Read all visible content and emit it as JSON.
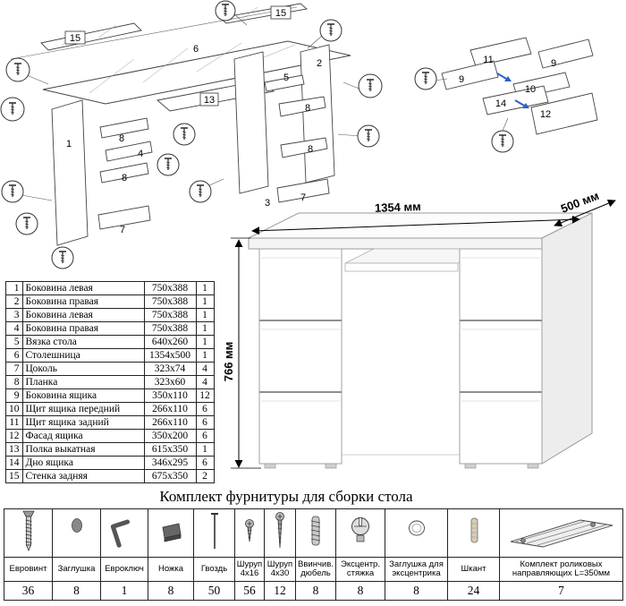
{
  "dimensions": {
    "width": "1354 мм",
    "depth": "500 мм",
    "height": "766 мм"
  },
  "main_diagram": {
    "labels": {
      "n15a": "15",
      "n15b": "15",
      "n6": "6",
      "n13": "13",
      "n1": "1",
      "n2": "2",
      "n3": "3",
      "n4": "4",
      "n5": "5",
      "n7a": "7",
      "n7b": "7",
      "n8a": "8",
      "n8b": "8",
      "n8c": "8",
      "n8d": "8"
    }
  },
  "drawer_diagram": {
    "labels": {
      "n11": "11",
      "n9a": "9",
      "n9b": "9",
      "n10": "10",
      "n14": "14",
      "n12": "12"
    }
  },
  "parts_table": {
    "rows": [
      [
        "1",
        "Боковина левая",
        "750x388",
        "1"
      ],
      [
        "2",
        "Боковина правая",
        "750x388",
        "1"
      ],
      [
        "3",
        "Боковина левая",
        "750x388",
        "1"
      ],
      [
        "4",
        "Боковина правая",
        "750x388",
        "1"
      ],
      [
        "5",
        "Вязка стола",
        "640x260",
        "1"
      ],
      [
        "6",
        "Столешница",
        "1354x500",
        "1"
      ],
      [
        "7",
        "Цоколь",
        "323x74",
        "4"
      ],
      [
        "8",
        "Планка",
        "323x60",
        "4"
      ],
      [
        "9",
        "Боковина ящика",
        "350x110",
        "12"
      ],
      [
        "10",
        "Щит ящика передний",
        "266x110",
        "6"
      ],
      [
        "11",
        "Щит ящика задний",
        "266x110",
        "6"
      ],
      [
        "12",
        "Фасад ящика",
        "350x200",
        "6"
      ],
      [
        "13",
        "Полка выкатная",
        "615x350",
        "1"
      ],
      [
        "14",
        "Дно ящика",
        "346x295",
        "6"
      ],
      [
        "15",
        "Стенка задняя",
        "675x350",
        "2"
      ]
    ]
  },
  "hardware_table": {
    "title": "Комплект фурнитуры для сборки стола",
    "items": [
      {
        "name": "Евровинт",
        "qty": "36"
      },
      {
        "name": "Заглушка",
        "qty": "8"
      },
      {
        "name": "Евроключ",
        "qty": "1"
      },
      {
        "name": "Ножка",
        "qty": "8"
      },
      {
        "name": "Гвоздь",
        "qty": "50"
      },
      {
        "name": "Шуруп 4х16",
        "qty": "56"
      },
      {
        "name": "Шуруп 4х30",
        "qty": "12"
      },
      {
        "name": "Ввинчив. дюбель",
        "qty": "8"
      },
      {
        "name": "Эксцентр. стяжка",
        "qty": "8"
      },
      {
        "name": "Заглушка для эксцентрика",
        "qty": "8"
      },
      {
        "name": "Шкант",
        "qty": "24"
      },
      {
        "name": "Комплект роликовых направляющих L=350мм",
        "qty": "7"
      }
    ]
  }
}
